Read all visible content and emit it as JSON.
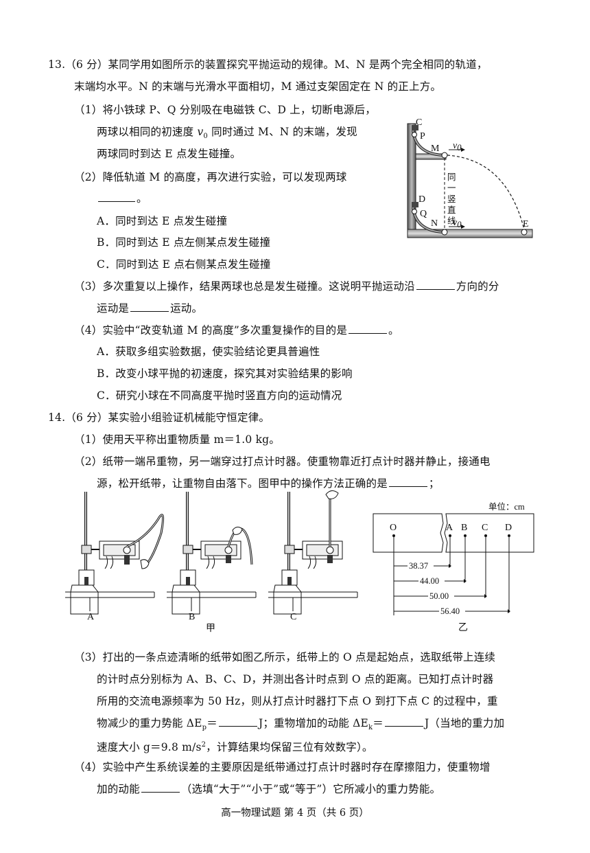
{
  "q13": {
    "line1": "13.（6 分）某同学用如图所示的装置探究平抛运动的规律。M、N 是两个完全相同的轨道，",
    "line2": "末端均水平。N 的末端与光滑水平面相切，M 通过支架固定在 N 的正上方。",
    "p1a": "（1）将小铁球 P、Q 分别吸在电磁铁 C、D 上，切断电源后，",
    "p1b_pre": "两球以相同的初速度 ",
    "v0": "v",
    "v0sub": "0",
    "p1b_post": " 同时通过 M、N 的末端，发现",
    "p1c": "两球同时到达 E 点发生碰撞。",
    "p2a": "（2）降低轨道 M 的高度，再次进行实验，可以发现两球",
    "p2b_tail": "。",
    "optA": "A．同时到达 E 点发生碰撞",
    "optB": "B．同时到达 E 点左侧某点发生碰撞",
    "optC": "C．同时到达 E 点右侧某点发生碰撞",
    "p3a_pre": "（3）多次重复以上操作，结果两球也总是发生碰撞。这说明平抛运动沿",
    "p3a_post": "方向的分",
    "p3b_pre": "运动是",
    "p3b_post": "运动。",
    "p4_pre": "（4）实验中“改变轨道 M 的高度”多次重复操作的目的是",
    "p4_post": "。",
    "p4A": "A．获取多组实验数据，使实验结论更具普遍性",
    "p4B": "B．改变小球平抛的初速度，探究其对实验结果的影响",
    "p4C": "C．研究小球在不同高度平抛时竖直方向的运动情况",
    "fig": {
      "C": "C",
      "P": "P",
      "M": "M",
      "D": "D",
      "Q": "Q",
      "N": "N",
      "E": "E",
      "v": "v",
      "sub": "0",
      "vertical_text": [
        "同",
        "一",
        "竖",
        "直",
        "线"
      ]
    }
  },
  "q14": {
    "line1": "14.（6 分）某实验小组验证机械能守恒定律。",
    "p1": "（1）使用天平称出重物质量 m＝1.0 kg。",
    "p2a": "（2）纸带一端吊重物，另一端穿过打点计时器。使重物靠近打点计时器并静止，接通电",
    "p2b_pre": "源，松开纸带，让重物自由落下。图甲中的操作方法正确的是",
    "p2b_post": "；",
    "fig_jia": {
      "labels": [
        "A",
        "B",
        "C"
      ],
      "caption": "甲"
    },
    "fig_yi": {
      "unit": "单位：cm",
      "points": [
        "O",
        "A",
        "B",
        "C",
        "D"
      ],
      "distances": [
        "38.37",
        "44.00",
        "50.00",
        "56.40"
      ],
      "caption": "乙"
    },
    "p3a": "（3）打出的一条点迹清晰的纸带如图乙所示，纸带上的 O 点是起始点，选取纸带上连续",
    "p3b": "的计时点分别标为 A、B、C、D，并测出各计时点到 O 点的距离。已知打点计时器",
    "p3c": "所用的交流电源频率为 50 Hz，则从打点计时器打下点 O 到打下点 C 的过程中，重",
    "p3d_1": "物减少的重力势能 ΔE",
    "p3d_sub1": "p",
    "p3d_2": "＝",
    "p3d_3": "J；重物增加的动能 ΔE",
    "p3d_sub2": "k",
    "p3d_4": "＝",
    "p3d_5": "J（当地的重力加",
    "p3e_1": "速度大小 g＝9.8 m/s",
    "p3e_sup": "2",
    "p3e_2": "，计算结果均保留三位有效数字）。",
    "p4a": "（4）实验中产生系统误差的主要原因是纸带通过打点计时器时存在摩擦阻力，使重物增",
    "p4b_pre": "加的动能",
    "p4b_post": "（选填“大于”“小于”或“等于”）它所减小的重力势能。"
  },
  "footer": "高一物理试题 第 4 页（共 6 页）"
}
